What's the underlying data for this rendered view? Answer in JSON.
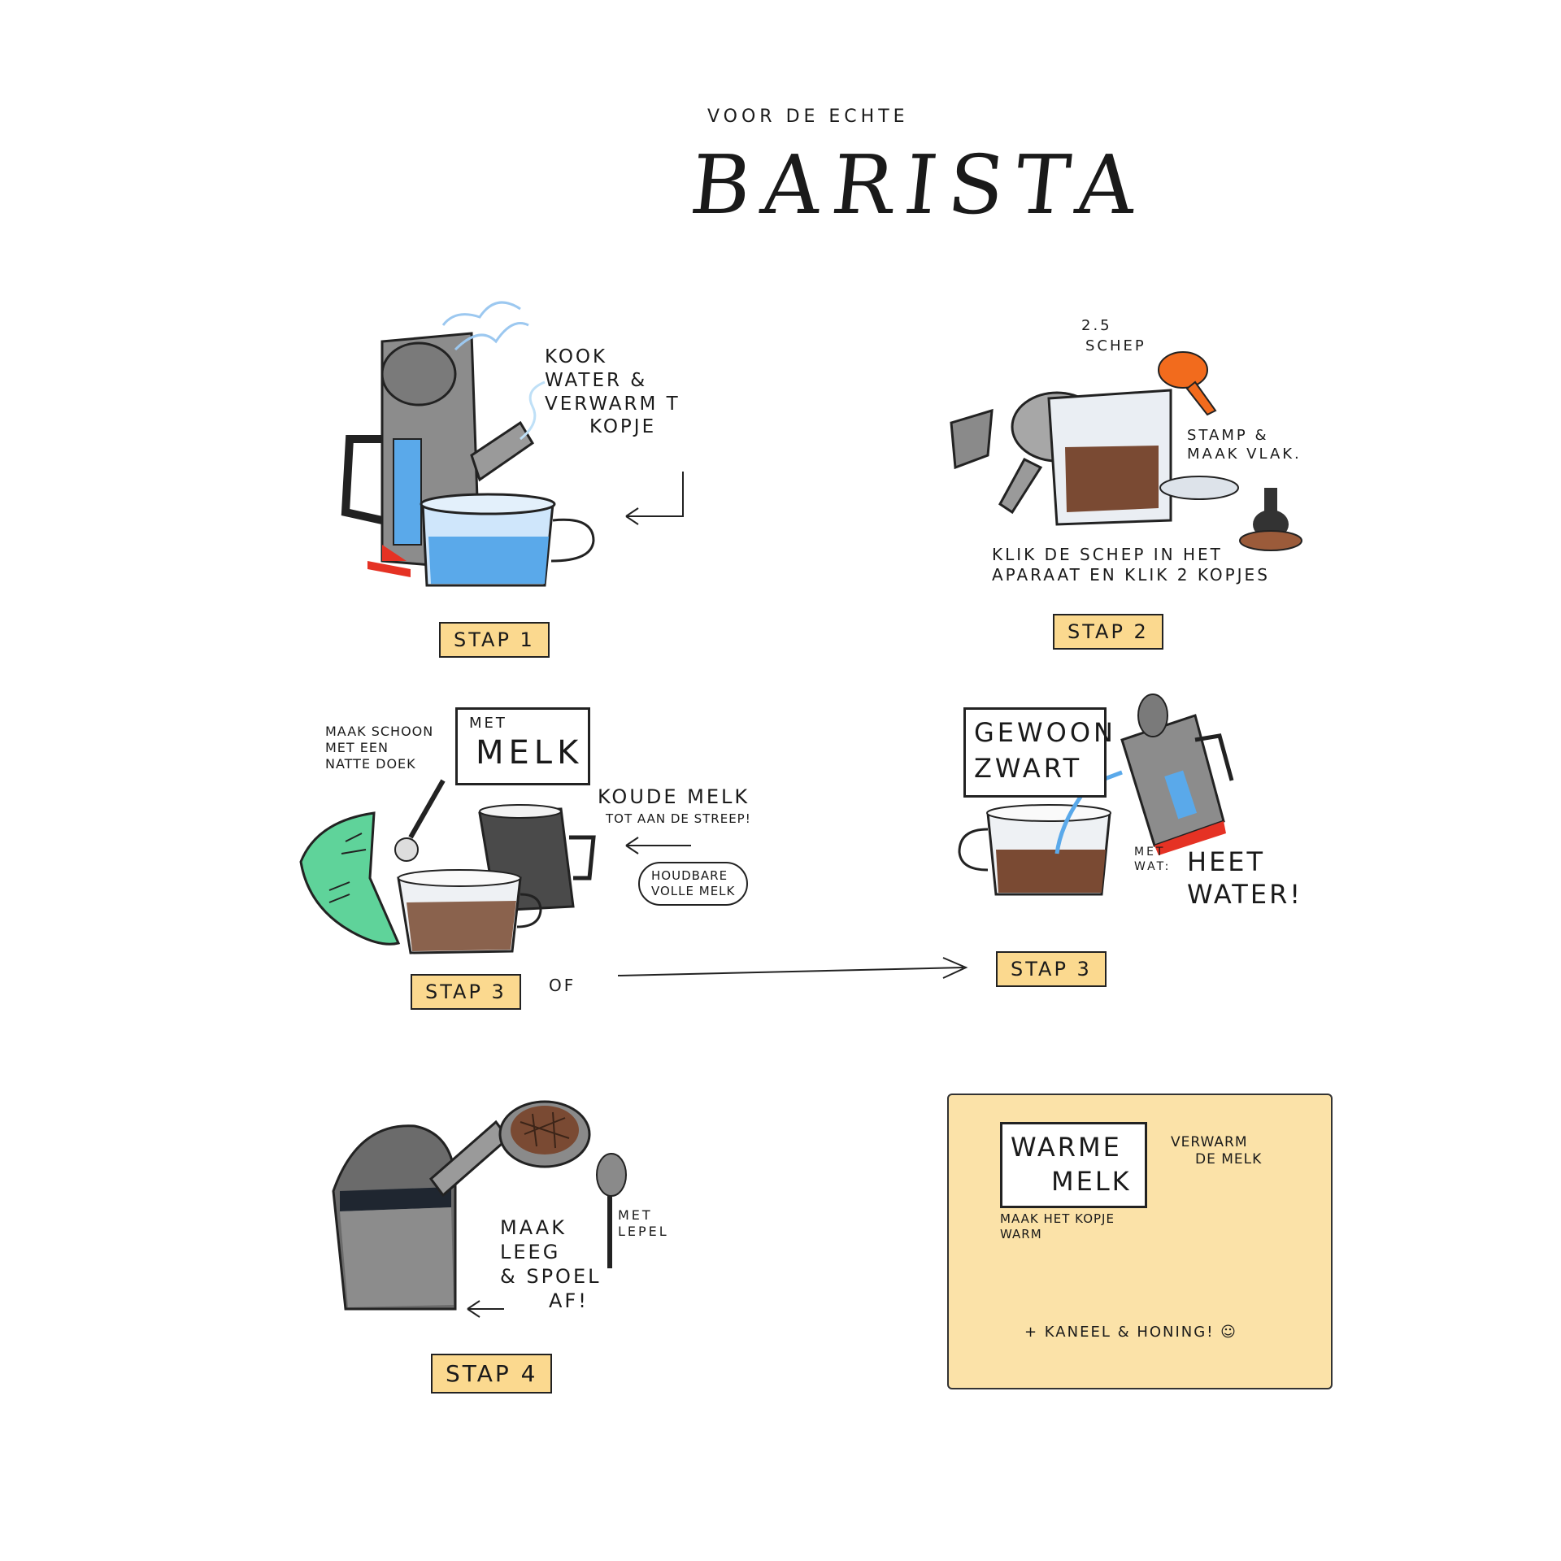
{
  "header": {
    "subtitle": "voor de echte",
    "title": "BARISTA"
  },
  "step1": {
    "text_lines": [
      "KOOK",
      "WATER &",
      "VERWARM T",
      "KOPJE"
    ],
    "badge": "STAP 1"
  },
  "step2": {
    "scoop_amount": "2.5",
    "scoop_label": "SCHEP",
    "tamp_lines": [
      "STAMP &",
      "MAAK VLAK."
    ],
    "click_lines": [
      "KLIK DE SCHEP IN HET",
      "APARAAT EN KLIK 2 KOPJES"
    ],
    "badge": "STAP 2"
  },
  "step3_milk": {
    "clean_lines": [
      "MAAK SCHOON",
      "MET EEN",
      "NATTE DOEK"
    ],
    "box_small": "MET",
    "box_big": "MELK",
    "cold_milk": "KOUDE MELK",
    "cold_milk_sub": "TOT AAN DE STREEP!",
    "long_life_lines": [
      "HOUDBARE",
      "VOLLE MELK"
    ],
    "badge": "STAP 3",
    "or_label": "OF"
  },
  "step3_black": {
    "box_lines": [
      "GEWOON",
      "ZWART"
    ],
    "with_what_lines": [
      "MET",
      "WAT:"
    ],
    "hot_water_lines": [
      "HEET",
      "WATER!"
    ],
    "badge": "STAP 3"
  },
  "step4": {
    "empty_lines": [
      "MAAK",
      "LEEG",
      "& SPOEL",
      "AF!"
    ],
    "spoon_lines": [
      "MET",
      "LEPEL"
    ],
    "badge": "STAP 4"
  },
  "warm_milk": {
    "box_lines": [
      "WARME",
      "MELK"
    ],
    "heat_milk_lines": [
      "VERWARM",
      "DE MELK"
    ],
    "warm_cup_lines": [
      "MAAK HET KOPJE",
      "WARM"
    ],
    "extras": "+ KANEEL & HONING! ☺"
  },
  "colors": {
    "badge": "#fbd98f",
    "water_blue": "#5aa9ea",
    "coffee_brown": "#7a4a33",
    "orange_scoop": "#f26b1d",
    "green_cloth": "#5fd39a",
    "red_base": "#e53224",
    "panel": "#fbe2a8"
  }
}
